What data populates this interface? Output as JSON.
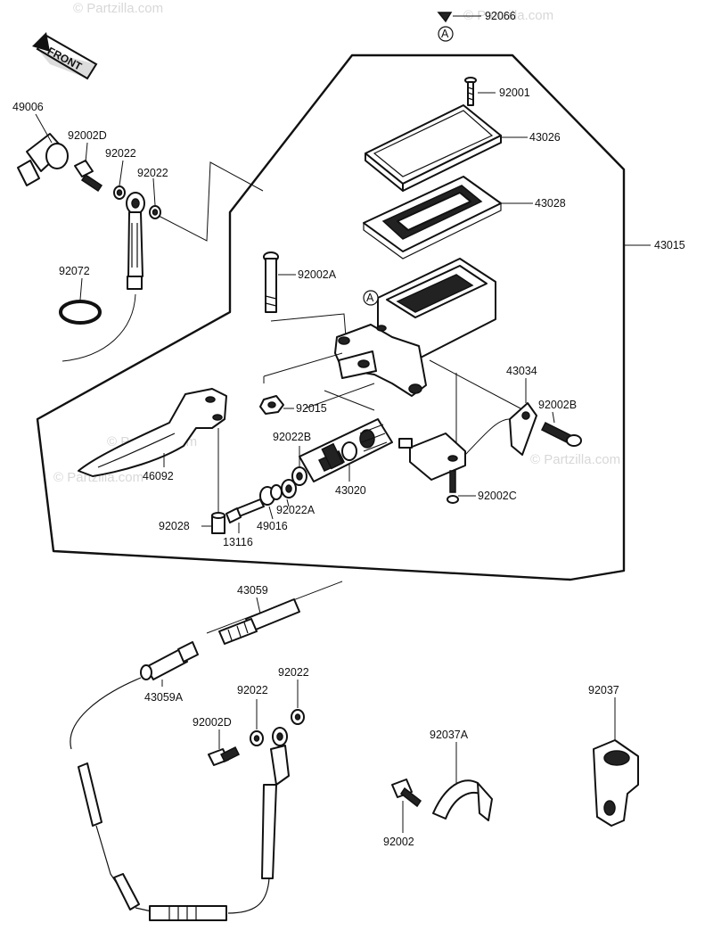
{
  "diagram": {
    "front_badge": "FRONT",
    "watermark": "© Partzilla.com",
    "callout_letter": "A",
    "labels": {
      "p92066": "92066",
      "p49006": "49006",
      "p92002D_top": "92002D",
      "p92022_top1": "92022",
      "p92022_top2": "92022",
      "p92001": "92001",
      "p43026": "43026",
      "p43028": "43028",
      "p43015": "43015",
      "p92072": "92072",
      "p92002A": "92002A",
      "p43034": "43034",
      "p92002B": "92002B",
      "p92015": "92015",
      "p92022B": "92022B",
      "p46092": "46092",
      "p43020": "43020",
      "p92002C": "92002C",
      "p92022A": "92022A",
      "p49016": "49016",
      "p92028": "92028",
      "p13116": "13116",
      "p43059": "43059",
      "p43059A": "43059A",
      "p92022_bot1": "92022",
      "p92022_bot2": "92022",
      "p92002D_bot": "92002D",
      "p92037": "92037",
      "p92037A": "92037A",
      "p92002": "92002"
    }
  }
}
